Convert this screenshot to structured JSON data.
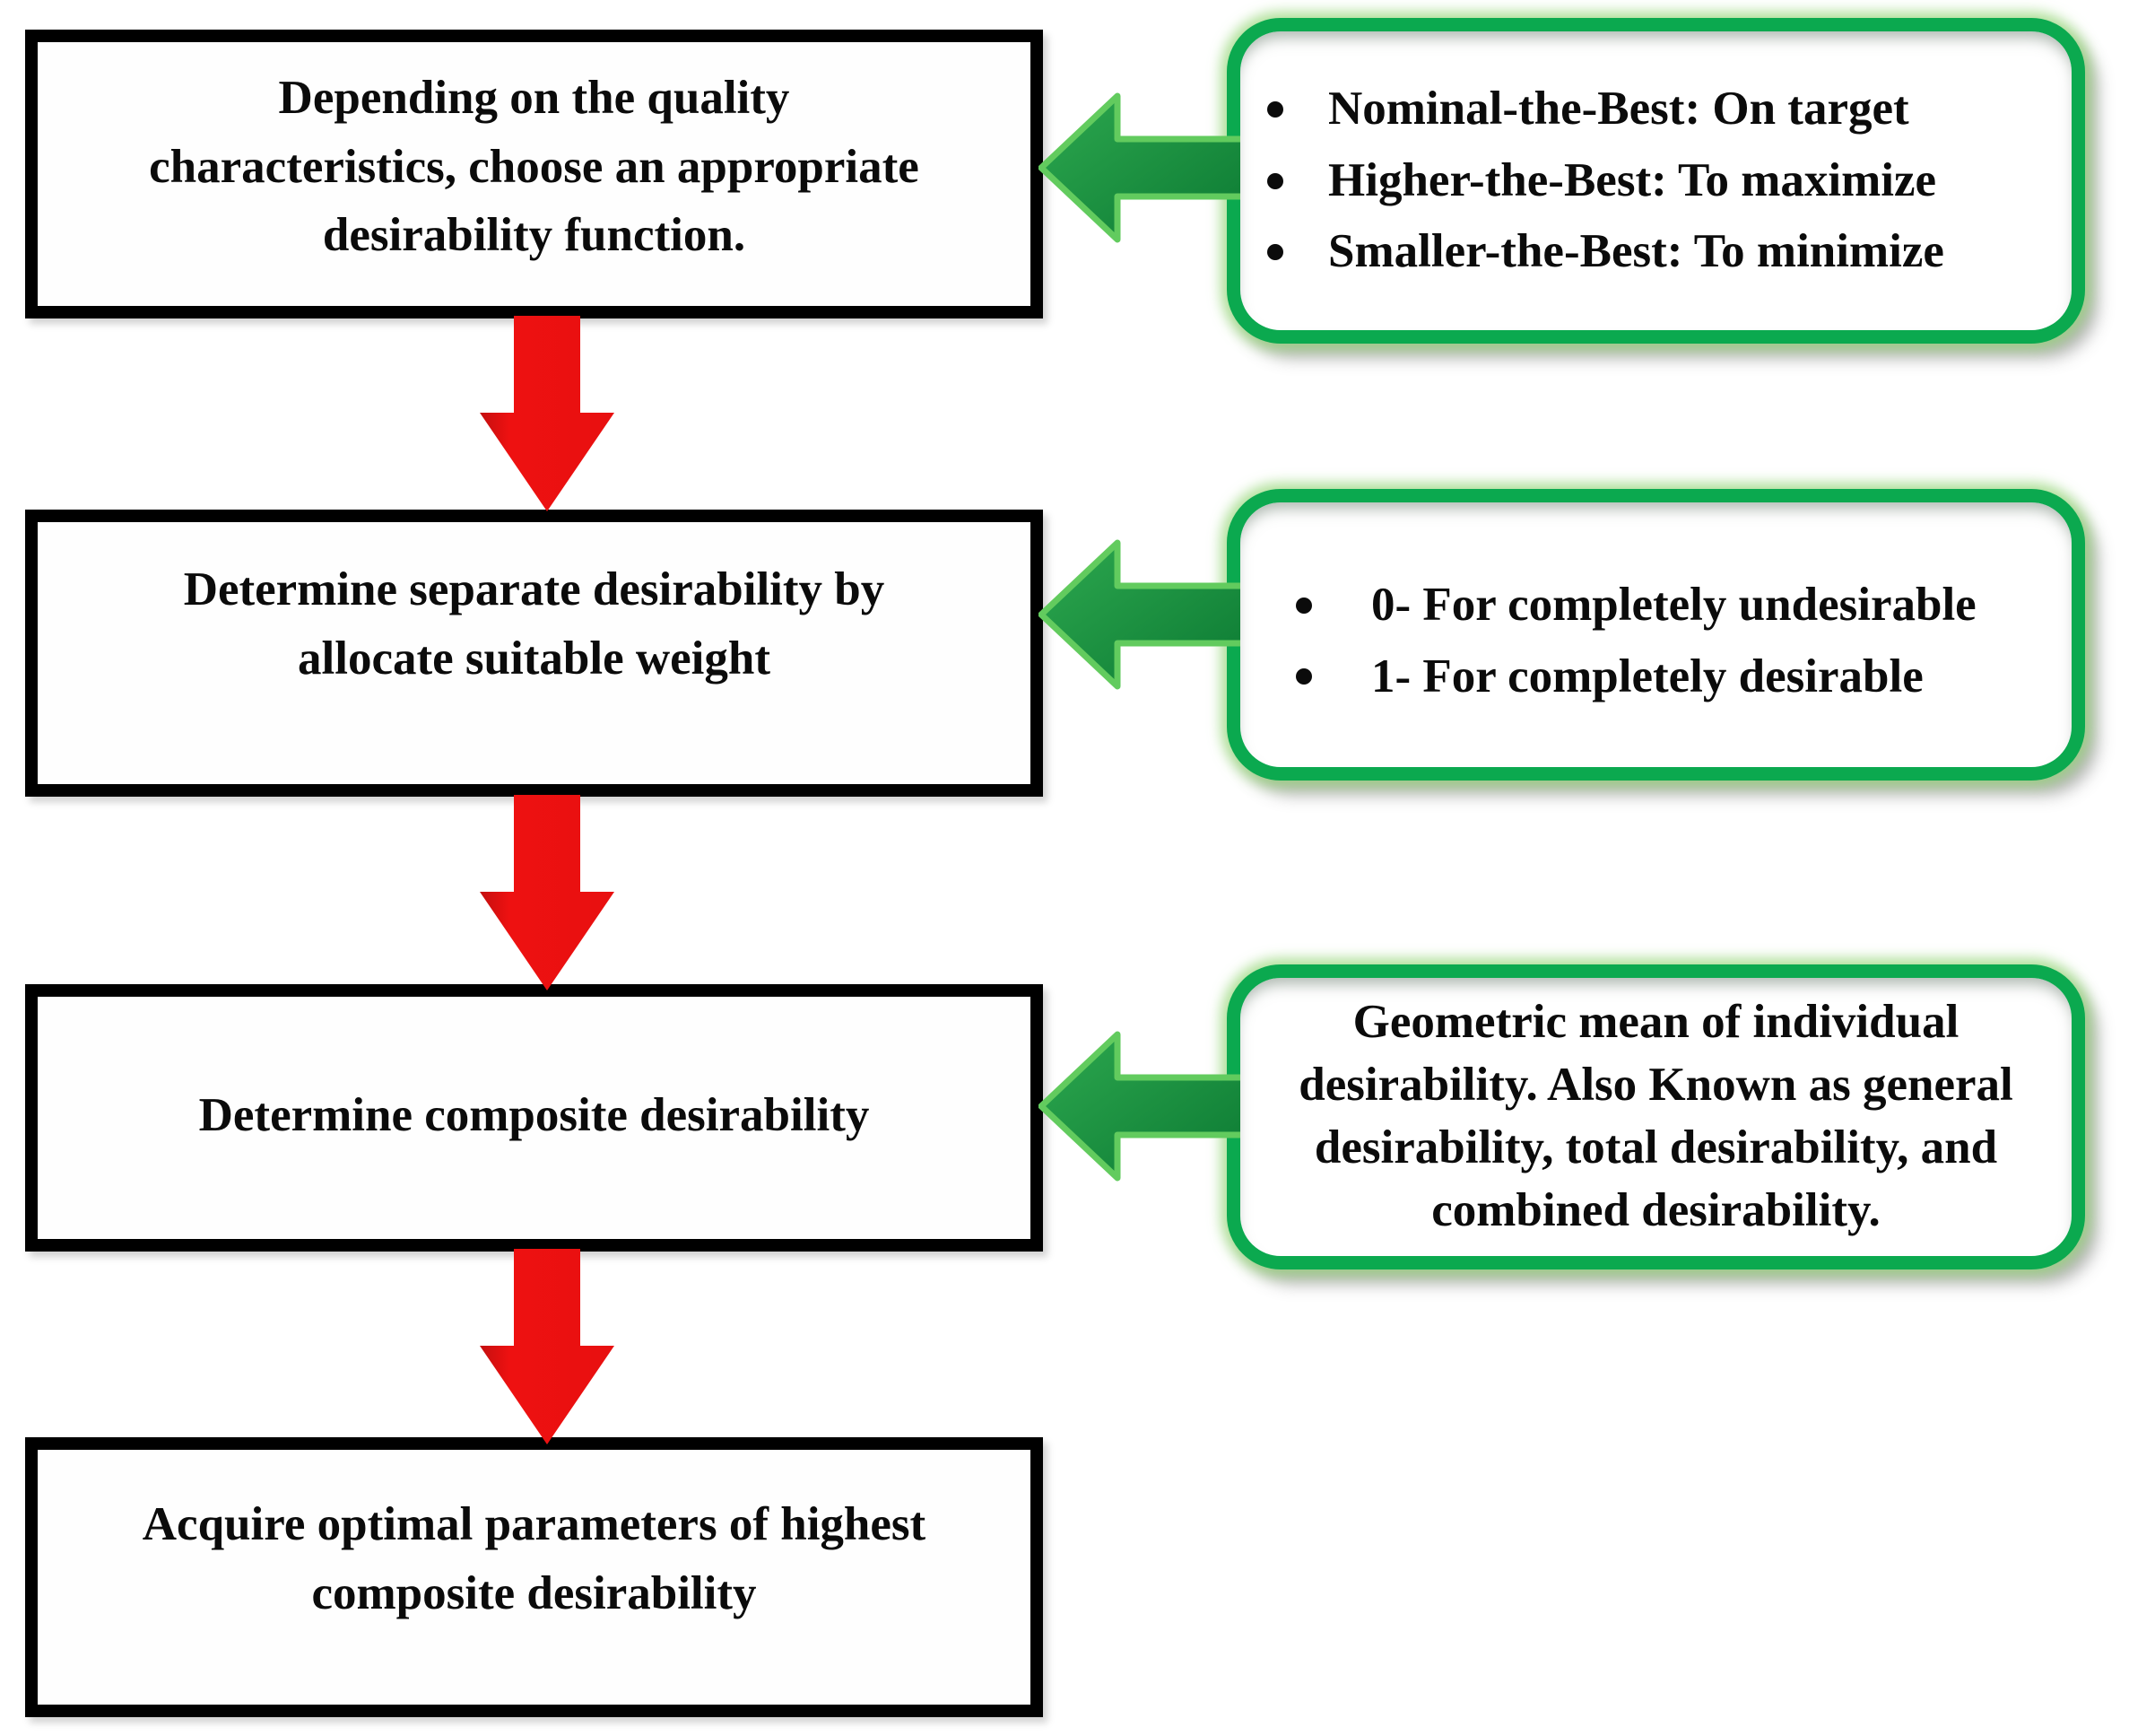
{
  "flow_boxes": [
    {
      "lines": [
        "Depending on the quality",
        "characteristics, choose an appropriate",
        "desirability function."
      ]
    },
    {
      "lines": [
        "Determine separate desirability by",
        "allocate suitable weight"
      ]
    },
    {
      "lines": [
        "Determine composite desirability"
      ]
    },
    {
      "lines": [
        "Acquire optimal parameters of highest",
        "composite desirability"
      ]
    }
  ],
  "callouts": [
    {
      "bullets": [
        "Nominal-the-Best: On target",
        "Higher-the-Best: To maximize",
        "Smaller-the-Best: To minimize"
      ]
    },
    {
      "bullets": [
        "0- For completely undesirable",
        "1- For completely desirable"
      ]
    },
    {
      "lines": [
        "Geometric mean of individual",
        "desirability. Also Known as general",
        "desirability, total desirability, and",
        "combined desirability."
      ]
    }
  ],
  "colors": {
    "box_border": "#000000",
    "callout_border": "#0ba94f",
    "callout_glow": "#96d678",
    "red_arrow": "#ee1111",
    "red_arrow_dark": "#c40f0f",
    "green_arrow_light": "#2da84f",
    "green_arrow_dark": "#0c7a33",
    "green_arrow_outline": "#62cb5e",
    "text": "#0b0b0b",
    "background": "#ffffff"
  }
}
